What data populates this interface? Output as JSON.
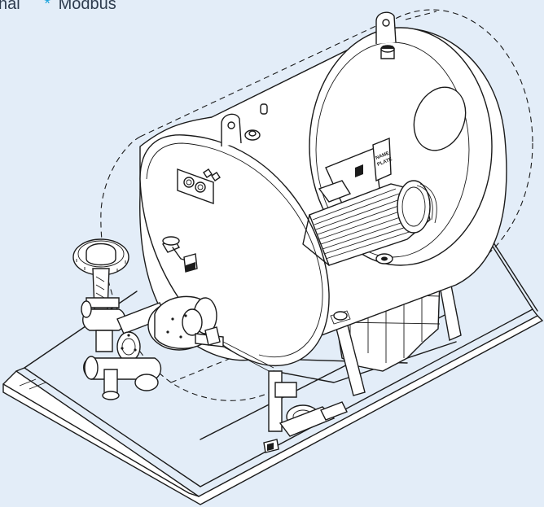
{
  "header": {
    "left_fragment": "nal",
    "asterisk": "*",
    "right_label": "Modbus"
  },
  "nameplate": {
    "line1": "NAME",
    "line2": "PLATE"
  },
  "colors": {
    "background": "#e3edf8",
    "accent_asterisk": "#1aa3dc",
    "header_text": "#2e3c4e",
    "line": "#1b1b1b"
  }
}
